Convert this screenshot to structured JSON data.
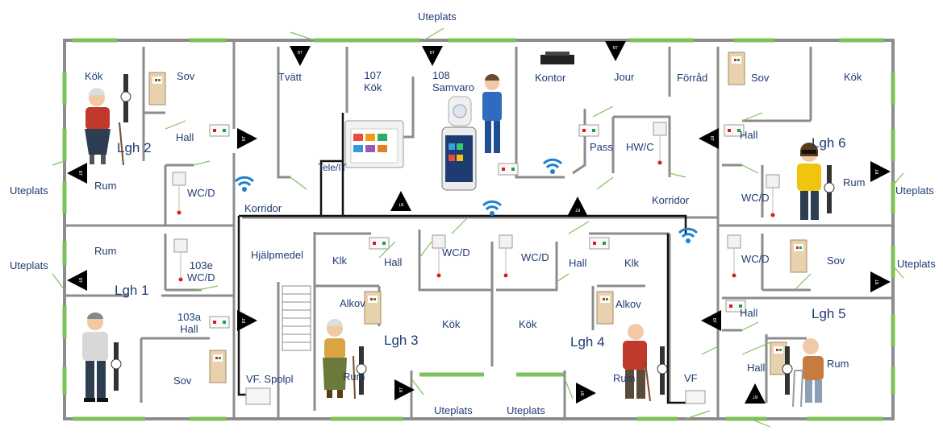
{
  "rooms": {
    "lgh2": {
      "name": "Lgh 2",
      "kok": "Kök",
      "sov": "Sov",
      "hall": "Hall",
      "rum": "Rum",
      "wc": "WC/D"
    },
    "lgh1": {
      "name": "Lgh 1",
      "rum": "Rum",
      "wc": "103e\nWC/D",
      "hall": "103a\nHall",
      "sov": "Sov"
    },
    "lgh3": {
      "name": "Lgh 3",
      "klk": "Klk",
      "hall": "Hall",
      "wc": "WC/D",
      "alkov": "Alkov",
      "kok": "Kök",
      "rum": "Rum"
    },
    "lgh4": {
      "name": "Lgh 4",
      "wc": "WC/D",
      "hall": "Hall",
      "klk": "Klk",
      "kok": "Kök",
      "alkov": "Alkov",
      "rum": "Rum"
    },
    "lgh6": {
      "name": "Lgh 6",
      "sov": "Sov",
      "kok": "Kök",
      "hall": "Hall",
      "wc": "WC/D",
      "rum": "Rum"
    },
    "lgh5": {
      "name": "Lgh 5",
      "wc": "WC/D",
      "sov": "Sov",
      "hall": "Hall",
      "rum": "Rum"
    },
    "common": {
      "tvatt": "Tvätt",
      "kok107": "107\nKök",
      "samvaro108": "108\nSamvaro",
      "kontor": "Kontor",
      "jour": "Jour",
      "forrad": "Förråd",
      "pass": "Pass",
      "hwc": "HW/C",
      "tele": "Tele/IT",
      "korridor_left": "Korridor",
      "korridor_right": "Korridor",
      "hjalpmedel": "Hjälpmedel",
      "spolpl": "VF. Spolpl",
      "vf": "VF",
      "hall_right": "Hall"
    }
  },
  "outdoor": {
    "top": "Uteplats",
    "left_upper": "Uteplats",
    "left_lower": "Uteplats",
    "right_upper": "Uteplats",
    "right_lower": "Uteplats",
    "bottom_left": "Uteplats",
    "bottom_mid": "Uteplats"
  },
  "markers": {
    "bt_label": "BT"
  },
  "colors": {
    "wall": "#8c8c8c",
    "window": "#7cc25a",
    "text": "#1f3b73",
    "wifi": "#1e7fd0",
    "cable": "#111111",
    "bt": "#000000"
  }
}
